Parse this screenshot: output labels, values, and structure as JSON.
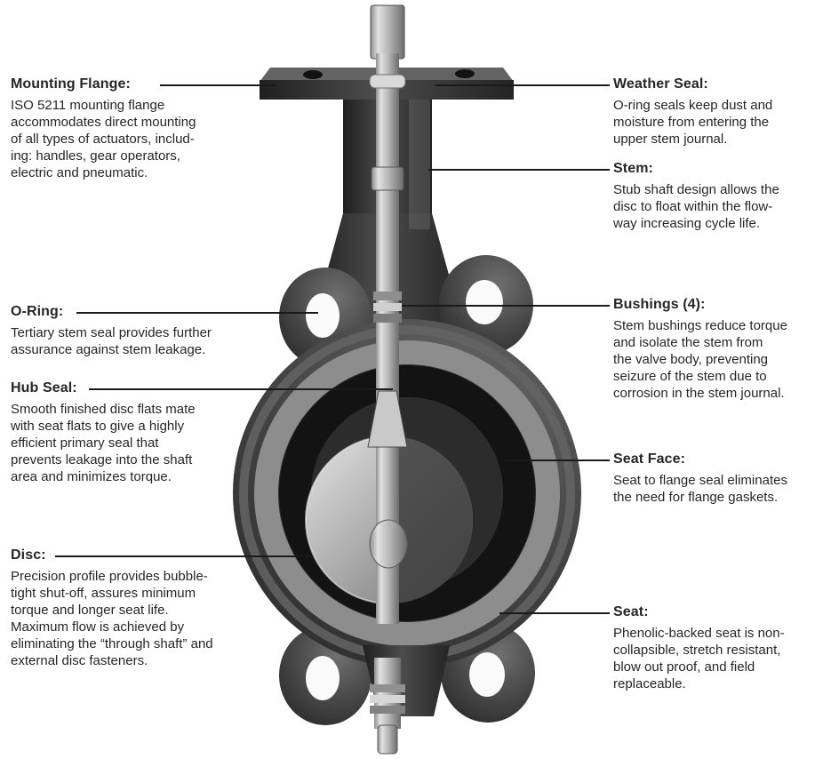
{
  "illustration": {
    "name": "butterfly-valve-cutaway",
    "description": "Cutaway photograph of a wafer-style butterfly valve with stem, disc and seat exposed",
    "line_color": "#1a1a1a",
    "text_color": "#262626"
  },
  "left_callouts": [
    {
      "id": "mounting-flange",
      "title": "Mounting Flange:",
      "body": "ISO 5211 mounting flange\naccommodates direct mounting\nof all types of actuators, includ-\ning: handles, gear operators,\nelectric and pneumatic."
    },
    {
      "id": "o-ring",
      "title": "O-Ring:",
      "body": "Tertiary stem seal provides further\nassurance against stem leakage."
    },
    {
      "id": "hub-seal",
      "title": "Hub Seal:",
      "body": "Smooth finished disc flats mate\nwith seat flats to give a highly\nefficient primary seal that\nprevents leakage into the shaft\narea and minimizes torque."
    },
    {
      "id": "disc",
      "title": "Disc:",
      "body": "Precision profile provides bubble-\ntight shut-off, assures minimum\ntorque and longer seat life.\nMaximum flow is achieved by\neliminating the “through shaft” and\nexternal disc fasteners."
    }
  ],
  "right_callouts": [
    {
      "id": "weather-seal",
      "title": "Weather Seal:",
      "body": "O-ring seals keep dust and\nmoisture from entering the\nupper stem journal."
    },
    {
      "id": "stem",
      "title": "Stem:",
      "body": "Stub shaft design allows the\ndisc to float within the flow-\nway increasing cycle life."
    },
    {
      "id": "bushings",
      "title": "Bushings (4):",
      "body": "Stem bushings reduce torque\nand isolate the stem from\nthe valve body, preventing\nseizure of the stem due to\ncorrosion in the stem journal."
    },
    {
      "id": "seat-face",
      "title": "Seat Face:",
      "body": "Seat to flange seal eliminates\nthe need for flange gaskets."
    },
    {
      "id": "seat",
      "title": "Seat:",
      "body": "Phenolic-backed seat is non-\ncollapsible, stretch resistant,\nblow out proof, and field\nreplaceable."
    }
  ]
}
